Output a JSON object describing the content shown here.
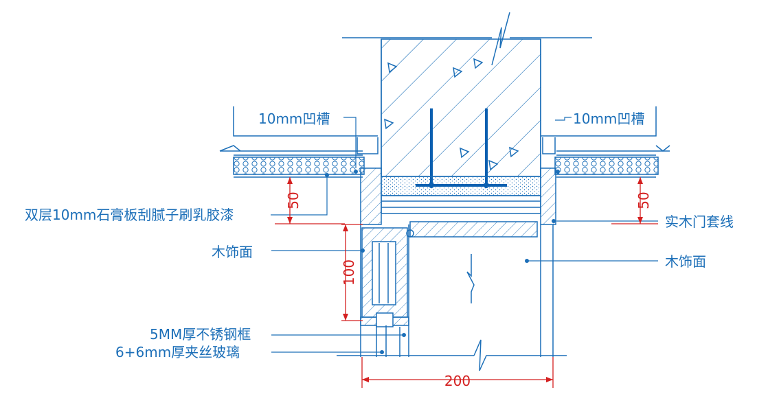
{
  "labels": {
    "groove_left": "10mm凹槽",
    "groove_right": "10mm凹槽",
    "gypsum_board": "双层10mm石膏板刮腻子刷乳胶漆",
    "wood_trim": "实木门套线",
    "wood_face_left": "木饰面",
    "wood_face_right": "木饰面",
    "steel_frame": "5MM厚不锈钢框",
    "laminated_glass": "6+6mm厚夹丝玻璃"
  },
  "dimensions": {
    "offset_left": "50",
    "offset_right": "50",
    "frame_height": "100",
    "total_width": "200"
  },
  "colors": {
    "line": "#1c6fb8",
    "dimension": "#d42020",
    "rebar": "#0a5fb0"
  }
}
